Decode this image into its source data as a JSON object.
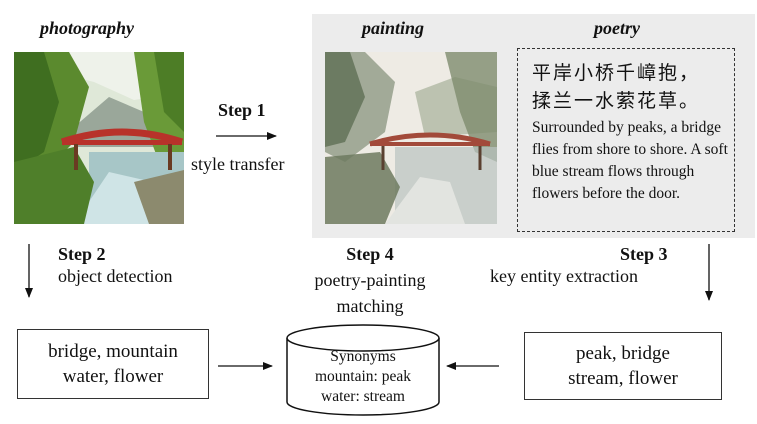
{
  "headers": {
    "photography": "photography",
    "painting": "painting",
    "poetry": "poetry"
  },
  "poem": {
    "zh_line1": "平岸小桥千嶂抱，",
    "zh_line2": "揉兰一水萦花草。",
    "en": "Surrounded by peaks, a bridge flies from shore to shore. A soft blue stream flows through flowers before the door."
  },
  "step1": {
    "title": "Step 1",
    "label": "style transfer"
  },
  "step2": {
    "title": "Step 2",
    "label": "object detection"
  },
  "step3": {
    "title": "Step 3",
    "label": "key entity extraction"
  },
  "step4": {
    "title": "Step 4",
    "label_line1": "poetry-painting",
    "label_line2": "matching"
  },
  "left_box": {
    "line1": "bridge, mountain",
    "line2": "water, flower"
  },
  "right_box": {
    "line1": "peak, bridge",
    "line2": "stream, flower"
  },
  "database": {
    "line1": "Synonyms",
    "line2": "mountain: peak",
    "line3": "water: stream"
  }
}
